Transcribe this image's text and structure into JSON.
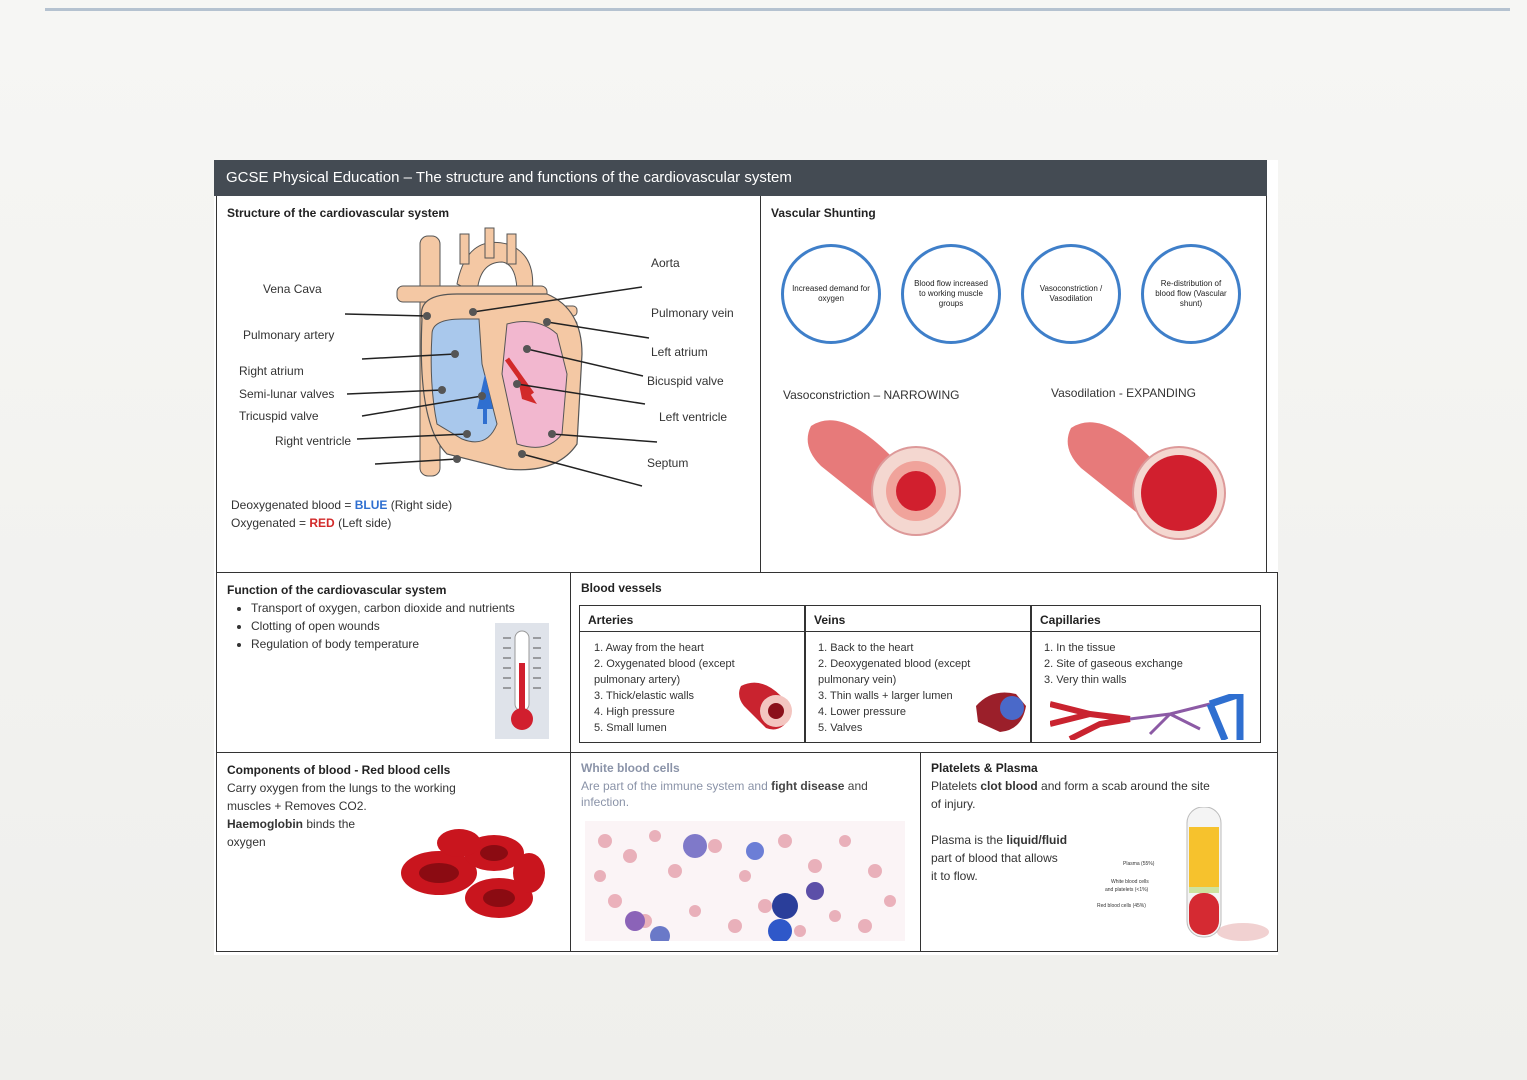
{
  "title": "GCSE Physical Education – The structure and functions of the cardiovascular system",
  "structure": {
    "heading": "Structure of the cardiovascular system",
    "labels_left": [
      "Vena Cava",
      "Pulmonary artery",
      "Right atrium",
      "Semi-lunar valves",
      "Tricuspid valve",
      "Right ventricle"
    ],
    "labels_right": [
      "Aorta",
      "Pulmonary vein",
      "Left atrium",
      "Bicuspid valve",
      "Left ventricle",
      "Septum"
    ],
    "deoxy_prefix": "Deoxygenated blood = ",
    "deoxy_word": "BLUE",
    "deoxy_suffix": " (Right side)",
    "oxy_prefix": "Oxygenated = ",
    "oxy_word": "RED",
    "oxy_suffix": " (Left side)"
  },
  "shunting": {
    "heading": "Vascular Shunting",
    "steps": [
      "Increased demand for oxygen",
      "Blood flow increased to working muscle groups",
      "Vasoconstriction / Vasodilation",
      "Re-distribution of blood flow (Vascular shunt)"
    ],
    "constriction": "Vasoconstriction – NARROWING",
    "dilation": "Vasodilation - EXPANDING"
  },
  "function": {
    "heading": "Function of the cardiovascular system",
    "items": [
      "Transport of oxygen, carbon dioxide and nutrients",
      "Clotting of open wounds",
      "Regulation of body temperature"
    ]
  },
  "vessels": {
    "heading": "Blood vessels",
    "arteries": {
      "title": "Arteries",
      "items": [
        "1. Away from the heart",
        "2. Oxygenated blood (except",
        "pulmonary artery)",
        "3. Thick/elastic walls",
        "4. High pressure",
        "5. Small lumen"
      ]
    },
    "veins": {
      "title": "Veins",
      "items": [
        "1. Back to the heart",
        "2. Deoxygenated blood (except",
        "pulmonary vein)",
        "3. Thin walls + larger lumen",
        "4. Lower pressure",
        "5. Valves"
      ]
    },
    "capillaries": {
      "title": "Capillaries",
      "items": [
        "1. In the tissue",
        "2. Site of gaseous exchange",
        "3. Very thin walls"
      ]
    }
  },
  "components": {
    "heading": "Components of blood - Red blood cells",
    "line1": "Carry oxygen from the lungs to the working",
    "line2": "muscles + Removes CO2.",
    "bold": "Haemoglobin",
    "line3": " binds the",
    "line4": "oxygen"
  },
  "white": {
    "heading": "White blood cells",
    "text1": "Are part of the immune system and ",
    "bold": "fight disease",
    "text2": " and",
    "text3": "infection."
  },
  "platelets": {
    "heading": "Platelets & Plasma",
    "line1a": "Platelets ",
    "line1b": "clot blood",
    "line1c": " and form a scab around the site",
    "line2": "of injury.",
    "p1": "Plasma is the ",
    "p1b": "liquid/fluid",
    "p2": "part of blood that allows",
    "p3": "it to flow.",
    "tube_labels": [
      "Plasma (55%)",
      "White blood cells",
      "and platelets (<1%)",
      "Red blood cells (45%)"
    ]
  },
  "colors": {
    "blue": "#2f6fd0",
    "red": "#d22a2a",
    "header": "#444b53"
  }
}
